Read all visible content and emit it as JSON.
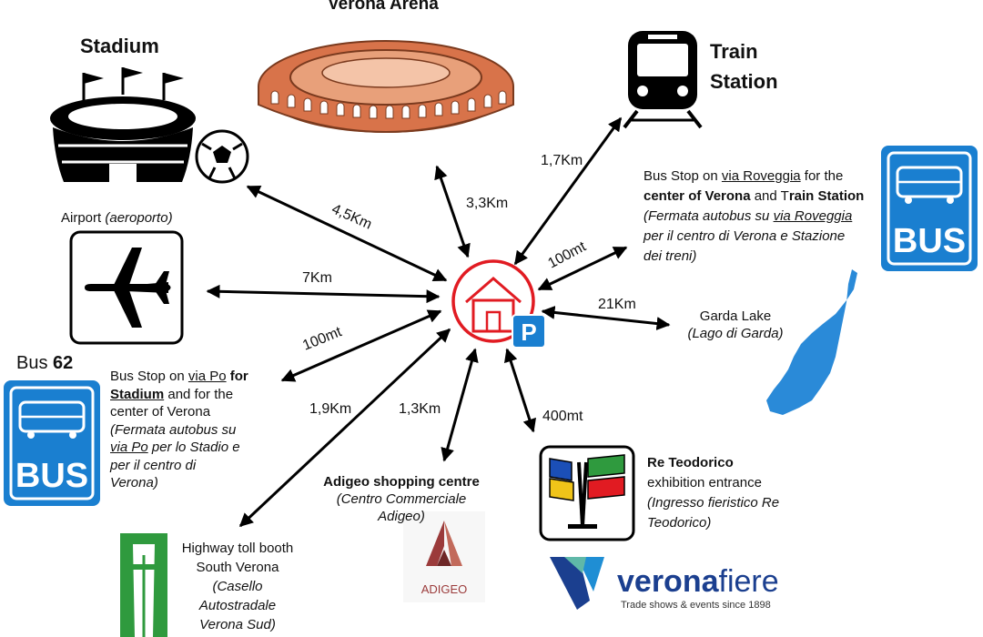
{
  "title_arena": "Verona Arena",
  "stadium": {
    "title": "Stadium"
  },
  "train": {
    "line1": "Train",
    "line2": "Station"
  },
  "airport": {
    "label": "Airport",
    "label_it": "(aeroporto)"
  },
  "bus62": {
    "label": "Bus ",
    "number": "62"
  },
  "bus_sign_text": "BUS",
  "bus_stop_po": {
    "p1": "Bus Stop on ",
    "p2": "via Po",
    "p3": " for",
    "l2a": "Stadium",
    "l2b": " and for the",
    "l3": "center of Verona",
    "it1": "(Fermata autobus su",
    "it2a": "via Po",
    "it2b": " per lo Stadio e",
    "it3": "per il centro di",
    "it4": "Verona)"
  },
  "bus_stop_roveggia": {
    "p1": "Bus Stop on ",
    "p2": "via Roveggia",
    "p3": " for the",
    "l2a": "center of Verona",
    "l2b": " and T",
    "l2c": "rain Station",
    "it1a": "(Fermata autobus su ",
    "it1b": "via Roveggia",
    "it2": "per il centro di Verona e Stazione",
    "it3": "dei treni)"
  },
  "garda": {
    "label": "Garda Lake",
    "label_it": "(Lago di Garda)"
  },
  "adigeo": {
    "title": "Adigeo shopping centre",
    "it1": "(Centro Commerciale",
    "it2": "Adigeo)",
    "logo_text": "ADIGEO"
  },
  "highway": {
    "l1": "Highway toll booth",
    "l2": "South Verona",
    "it1": "(Casello",
    "it2": "Autostradale",
    "it3": "Verona Sud)"
  },
  "teodorico": {
    "title": "Re Teodorico",
    "l2": "exhibition entrance",
    "it1": "(Ingresso fieristico Re",
    "it2": "Teodorico)"
  },
  "veronafiere": {
    "brand_a": "verona",
    "brand_b": "fiere",
    "tagline": "Trade shows & events since 1898"
  },
  "parking_letter": "P",
  "distances": {
    "stadium": "4,5Km",
    "arena": "3,3Km",
    "train": "1,7Km",
    "bus_roveggia": "100mt",
    "garda": "21Km",
    "airport": "7Km",
    "bus_po": "100mt",
    "highway": "1,9Km",
    "adigeo": "1,3Km",
    "teodorico": "400mt"
  },
  "colors": {
    "arena": "#d8734a",
    "bus_blue": "#1a7fd0",
    "lake_blue": "#2a8ad8",
    "home_red": "#e11b22",
    "highway_green": "#2f9a3e",
    "adigeo_red": "#9b3b3b",
    "fiere_blue": "#1b3f8f"
  }
}
